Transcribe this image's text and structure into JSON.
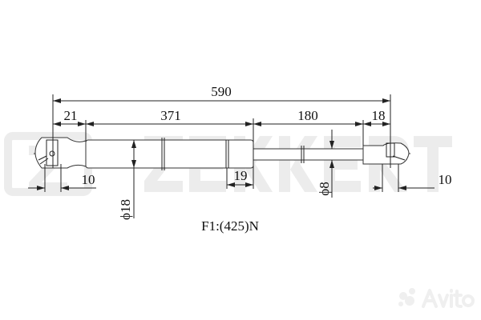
{
  "watermark": {
    "brand": "ZEKKERT",
    "marketplace": "Avito"
  },
  "dimensions": {
    "overall": "590",
    "left_eye": "21",
    "body": "371",
    "rod": "180",
    "right_eye": "18",
    "left_eye_width": "10",
    "ring_offset": "19",
    "body_diameter": "ϕ18",
    "rod_diameter": "ϕ8",
    "right_eye_width": "10"
  },
  "force_label": "F1:(425)N"
}
